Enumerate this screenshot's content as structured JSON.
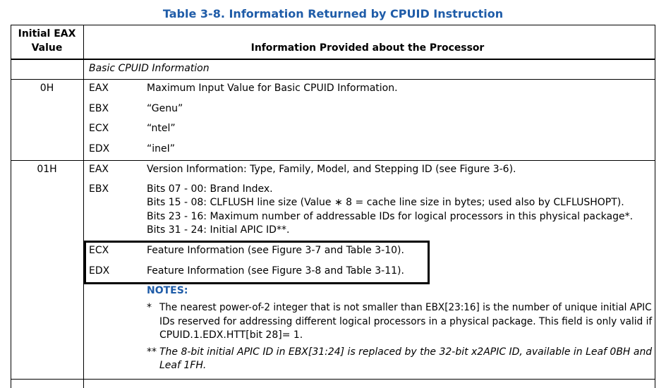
{
  "title": "Table 3-8.  Information Returned by CPUID Instruction",
  "header": {
    "col1_line1": "Initial EAX",
    "col1_line2": "Value",
    "col2": "Information Provided about the Processor"
  },
  "section_label": "Basic CPUID Information",
  "leaf0": {
    "eax_value": "0H",
    "rows": [
      {
        "reg": "EAX",
        "text": "Maximum Input Value for Basic CPUID Information."
      },
      {
        "reg": "EBX",
        "text": "“Genu”"
      },
      {
        "reg": "ECX",
        "text": "“ntel”"
      },
      {
        "reg": "EDX",
        "text": "“ineI”"
      }
    ]
  },
  "leaf1": {
    "eax_value": "01H",
    "eax_reg": "EAX",
    "eax_text": "Version Information: Type, Family, Model, and Stepping ID (see Figure 3-6).",
    "ebx_reg": "EBX",
    "ebx_lines": [
      "Bits 07 - 00: Brand Index.",
      "Bits 15 - 08: CLFLUSH line size (Value ∗ 8 = cache line size in bytes; used also by CLFLUSHOPT).",
      "Bits 23 - 16: Maximum number of addressable IDs for logical processors in this physical package*.",
      "Bits 31 - 24: Initial APIC ID**."
    ],
    "ecx_reg": "ECX",
    "ecx_text": "Feature Information (see Figure 3-7 and Table 3-10).",
    "edx_reg": "EDX",
    "edx_text": "Feature Information (see Figure 3-8 and Table 3-11).",
    "notes_heading": "NOTES:",
    "note1_marker": "*",
    "note1_lines": [
      "The nearest power-of-2 integer that is not smaller than EBX[23:16] is the number of unique initial APIC",
      "IDs reserved for addressing different logical processors in a physical package. This field is only valid if",
      "CPUID.1.EDX.HTT[bit 28]= 1."
    ],
    "note2_marker": "**",
    "note2_lines": [
      "The 8-bit initial APIC ID in EBX[31:24] is replaced by the 32-bit x2APIC ID, available in Leaf 0BH and",
      "Leaf 1FH."
    ]
  }
}
